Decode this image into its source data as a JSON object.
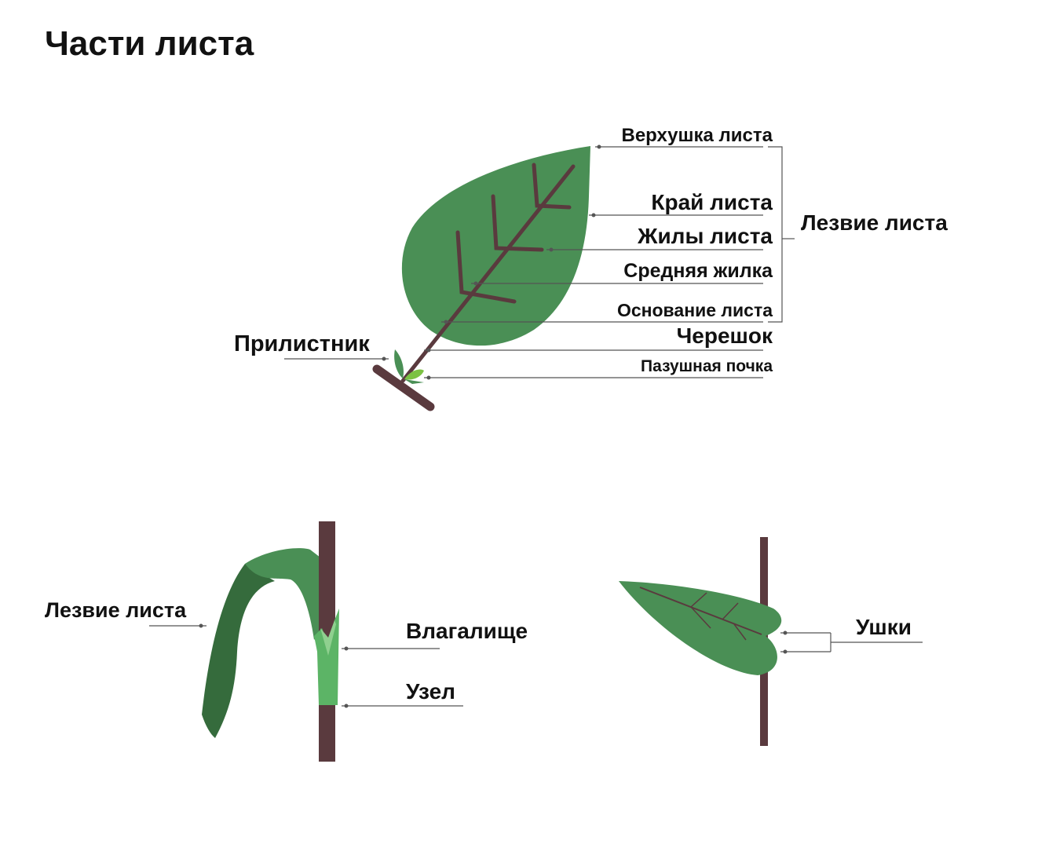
{
  "title": "Части листа",
  "leaf_diagram": {
    "labels": {
      "apex": "Верхушка листа",
      "margin": "Край листа",
      "veins": "Жилы листа",
      "midrib": "Средняя жилка",
      "base": "Основание листа",
      "petiole": "Черешок",
      "axillary_bud": "Пазушная почка",
      "blade": "Лезвие листа",
      "stipule": "Прилистник"
    }
  },
  "sheath_diagram": {
    "labels": {
      "blade": "Лезвие листа",
      "sheath": "Влагалище",
      "node": "Узел"
    }
  },
  "auricle_diagram": {
    "labels": {
      "auricles": "Ушки"
    }
  },
  "colors": {
    "leaf": "#4a8f55",
    "leaf_dark": "#356b3c",
    "leaf_light": "#5cb466",
    "bud": "#7cc243",
    "stem": "#5a3a3e"
  }
}
